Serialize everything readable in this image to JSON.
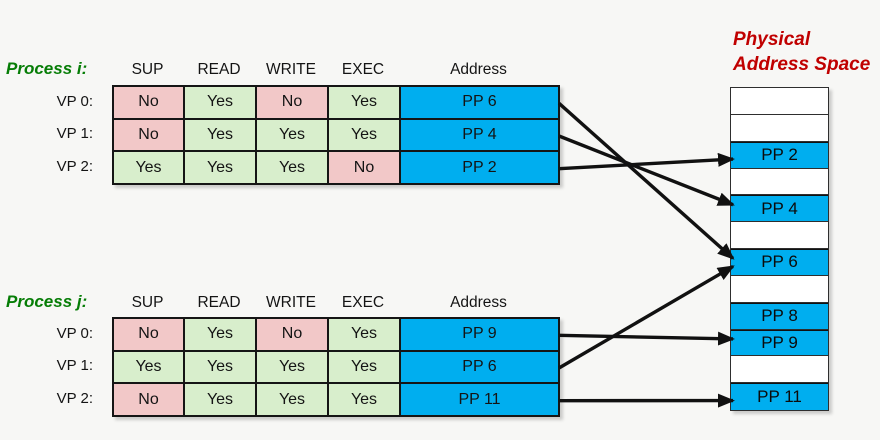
{
  "background": "#f7f7f5",
  "colors": {
    "permission_yes": "#d8eecc",
    "permission_no": "#f2c8c8",
    "physical_page": "#00aeef",
    "process_label": "#067d06",
    "physical_title": "#c00000",
    "arrow": "#111111"
  },
  "process_tables": [
    {
      "id": "i",
      "label": "Process i:",
      "headers": [
        "SUP",
        "READ",
        "WRITE",
        "EXEC",
        "Address"
      ],
      "rows": [
        {
          "label": "VP 0:",
          "cells": [
            {
              "text": "No",
              "state": "no"
            },
            {
              "text": "Yes",
              "state": "yes"
            },
            {
              "text": "No",
              "state": "no"
            },
            {
              "text": "Yes",
              "state": "yes"
            }
          ],
          "address": "PP 6"
        },
        {
          "label": "VP 1:",
          "cells": [
            {
              "text": "No",
              "state": "no"
            },
            {
              "text": "Yes",
              "state": "yes"
            },
            {
              "text": "Yes",
              "state": "yes"
            },
            {
              "text": "Yes",
              "state": "yes"
            }
          ],
          "address": "PP 4"
        },
        {
          "label": "VP 2:",
          "cells": [
            {
              "text": "Yes",
              "state": "yes"
            },
            {
              "text": "Yes",
              "state": "yes"
            },
            {
              "text": "Yes",
              "state": "yes"
            },
            {
              "text": "No",
              "state": "no"
            }
          ],
          "address": "PP 2"
        }
      ]
    },
    {
      "id": "j",
      "label": "Process j:",
      "headers": [
        "SUP",
        "READ",
        "WRITE",
        "EXEC",
        "Address"
      ],
      "rows": [
        {
          "label": "VP 0:",
          "cells": [
            {
              "text": "No",
              "state": "no"
            },
            {
              "text": "Yes",
              "state": "yes"
            },
            {
              "text": "No",
              "state": "no"
            },
            {
              "text": "Yes",
              "state": "yes"
            }
          ],
          "address": "PP 9"
        },
        {
          "label": "VP 1:",
          "cells": [
            {
              "text": "Yes",
              "state": "yes"
            },
            {
              "text": "Yes",
              "state": "yes"
            },
            {
              "text": "Yes",
              "state": "yes"
            },
            {
              "text": "Yes",
              "state": "yes"
            }
          ],
          "address": "PP 6"
        },
        {
          "label": "VP 2:",
          "cells": [
            {
              "text": "No",
              "state": "no"
            },
            {
              "text": "Yes",
              "state": "yes"
            },
            {
              "text": "Yes",
              "state": "yes"
            },
            {
              "text": "Yes",
              "state": "yes"
            }
          ],
          "address": "PP 11"
        }
      ]
    }
  ],
  "physical_space": {
    "title_line1": "Physical",
    "title_line2": "Address Space",
    "cells": [
      "",
      "",
      "PP 2",
      "",
      "PP 4",
      "",
      "PP 6",
      "",
      "PP 8",
      "PP 9",
      "",
      "PP 11"
    ]
  },
  "mappings": [
    {
      "process": 0,
      "row": 0,
      "target": "PP 6"
    },
    {
      "process": 0,
      "row": 1,
      "target": "PP 4"
    },
    {
      "process": 0,
      "row": 2,
      "target": "PP 2"
    },
    {
      "process": 1,
      "row": 0,
      "target": "PP 9"
    },
    {
      "process": 1,
      "row": 1,
      "target": "PP 6"
    },
    {
      "process": 1,
      "row": 2,
      "target": "PP 11"
    }
  ]
}
